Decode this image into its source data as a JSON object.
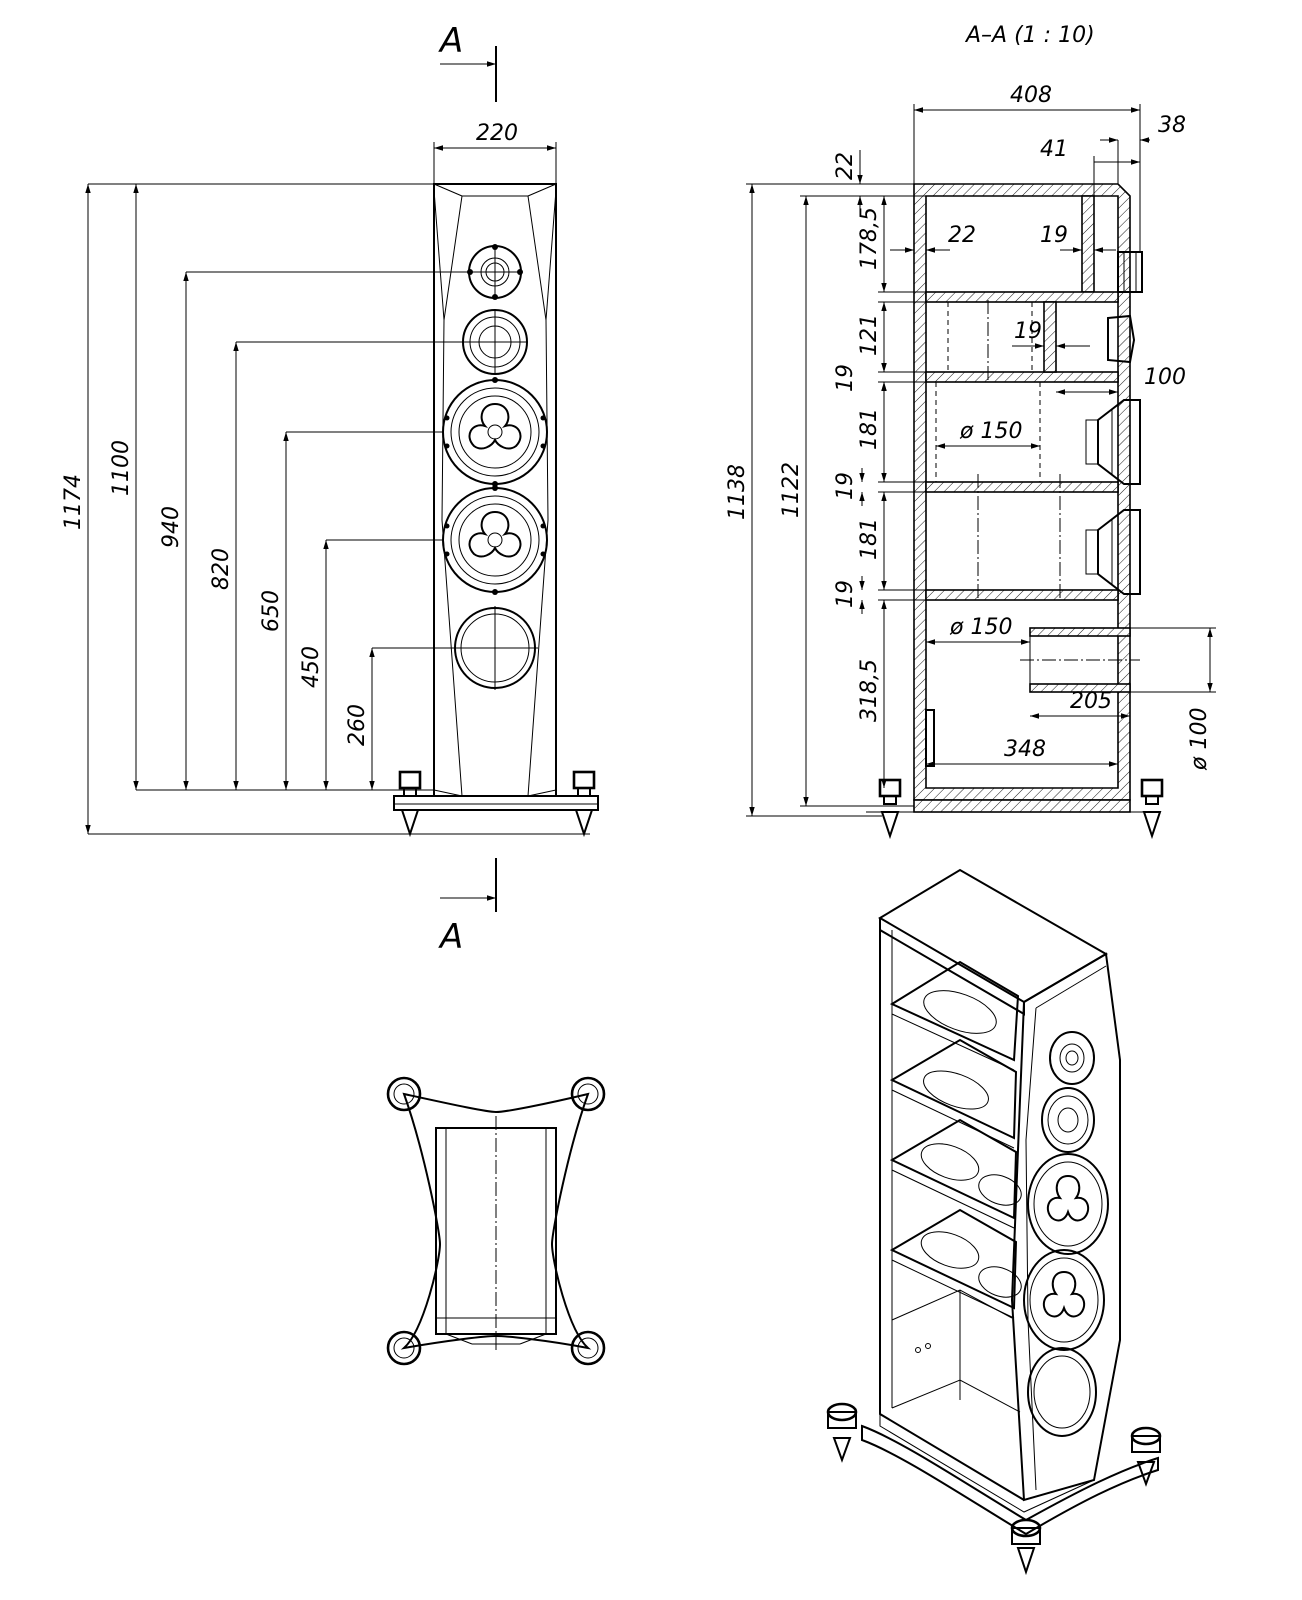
{
  "section": {
    "marker": "A",
    "title": "A–A (1 : 10)"
  },
  "front_view": {
    "dims": {
      "width": "220",
      "total_height": "1174",
      "cabinet_height": "1100",
      "tweeter_height": "940",
      "midrange_height": "820",
      "woofer1_height": "650",
      "woofer2_height": "450",
      "port_height": "260"
    }
  },
  "section_view": {
    "dims": {
      "depth": "408",
      "front_offset": "41",
      "baffle": "38",
      "top_panel": "22",
      "chamber_top": "178,5",
      "side_wall": "22",
      "inner_wall": "19",
      "mid_chamber": "121",
      "mid_inner_wall": "19",
      "shelf1": "19",
      "rear_depth": "100",
      "chamber_w1": "181",
      "hole1": "ø 150",
      "shelf2": "19",
      "chamber_w2": "181",
      "shelf3": "19",
      "hole2": "ø 150",
      "bottom_chamber": "318,5",
      "port_length": "205",
      "port_diameter": "ø 100",
      "inner_depth": "348",
      "total_height": "1138",
      "inner_height": "1122"
    }
  }
}
